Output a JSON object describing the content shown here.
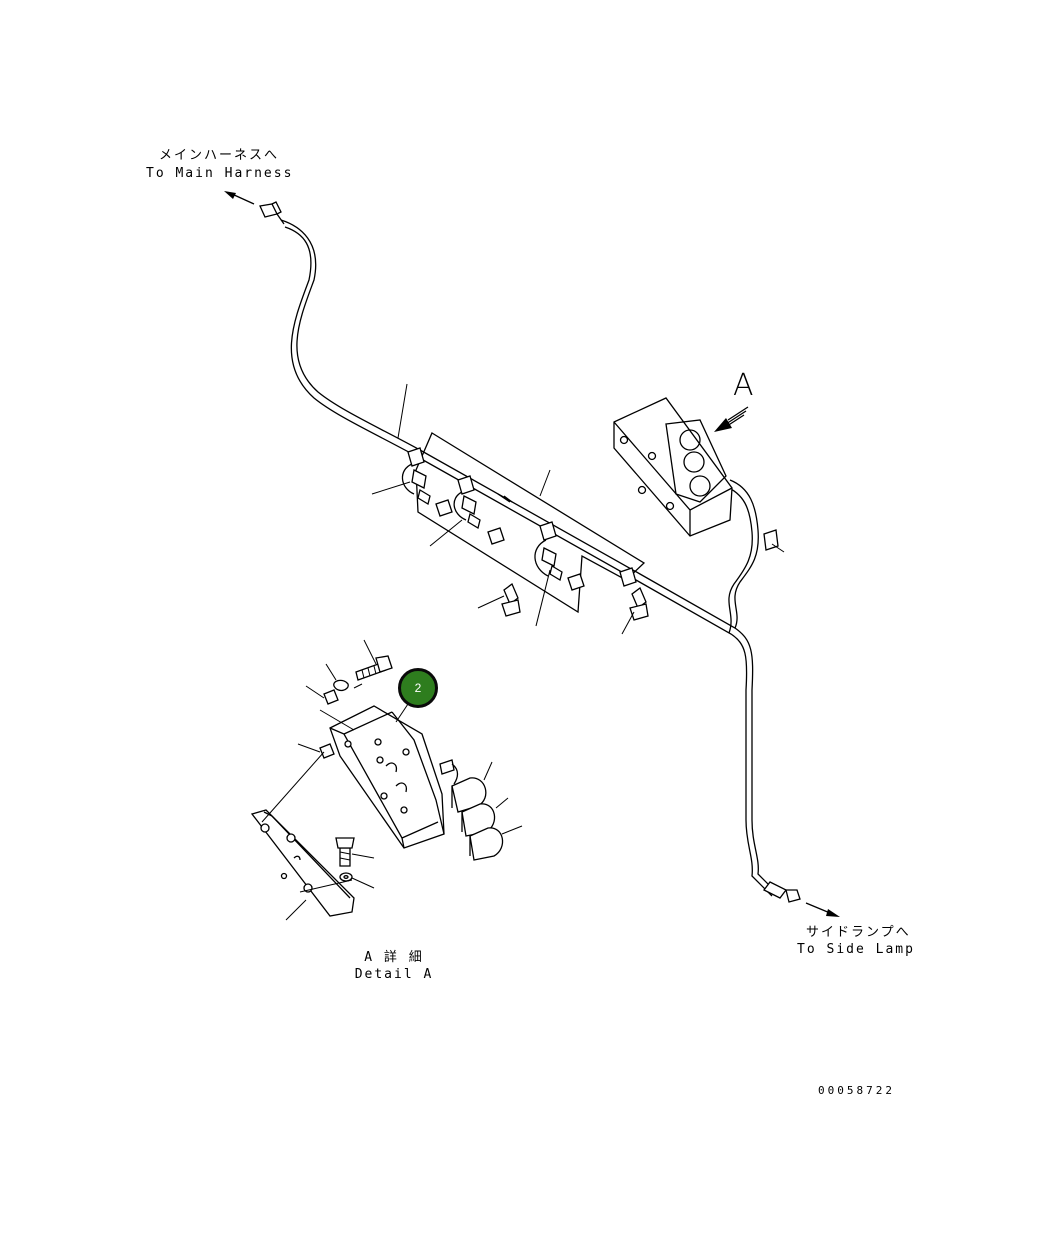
{
  "labels": {
    "main_harness_jp": "メインハーネスへ",
    "main_harness_en": "To Main Harness",
    "side_lamp_jp": "サイドランプへ",
    "side_lamp_en": "To Side Lamp",
    "view_letter": "A",
    "detail_jp": "A 詳 細",
    "detail_en": "Detail A",
    "drawing_number": "00058722"
  },
  "callouts": [
    {
      "number": "2",
      "color": "#2e7d1e"
    }
  ]
}
